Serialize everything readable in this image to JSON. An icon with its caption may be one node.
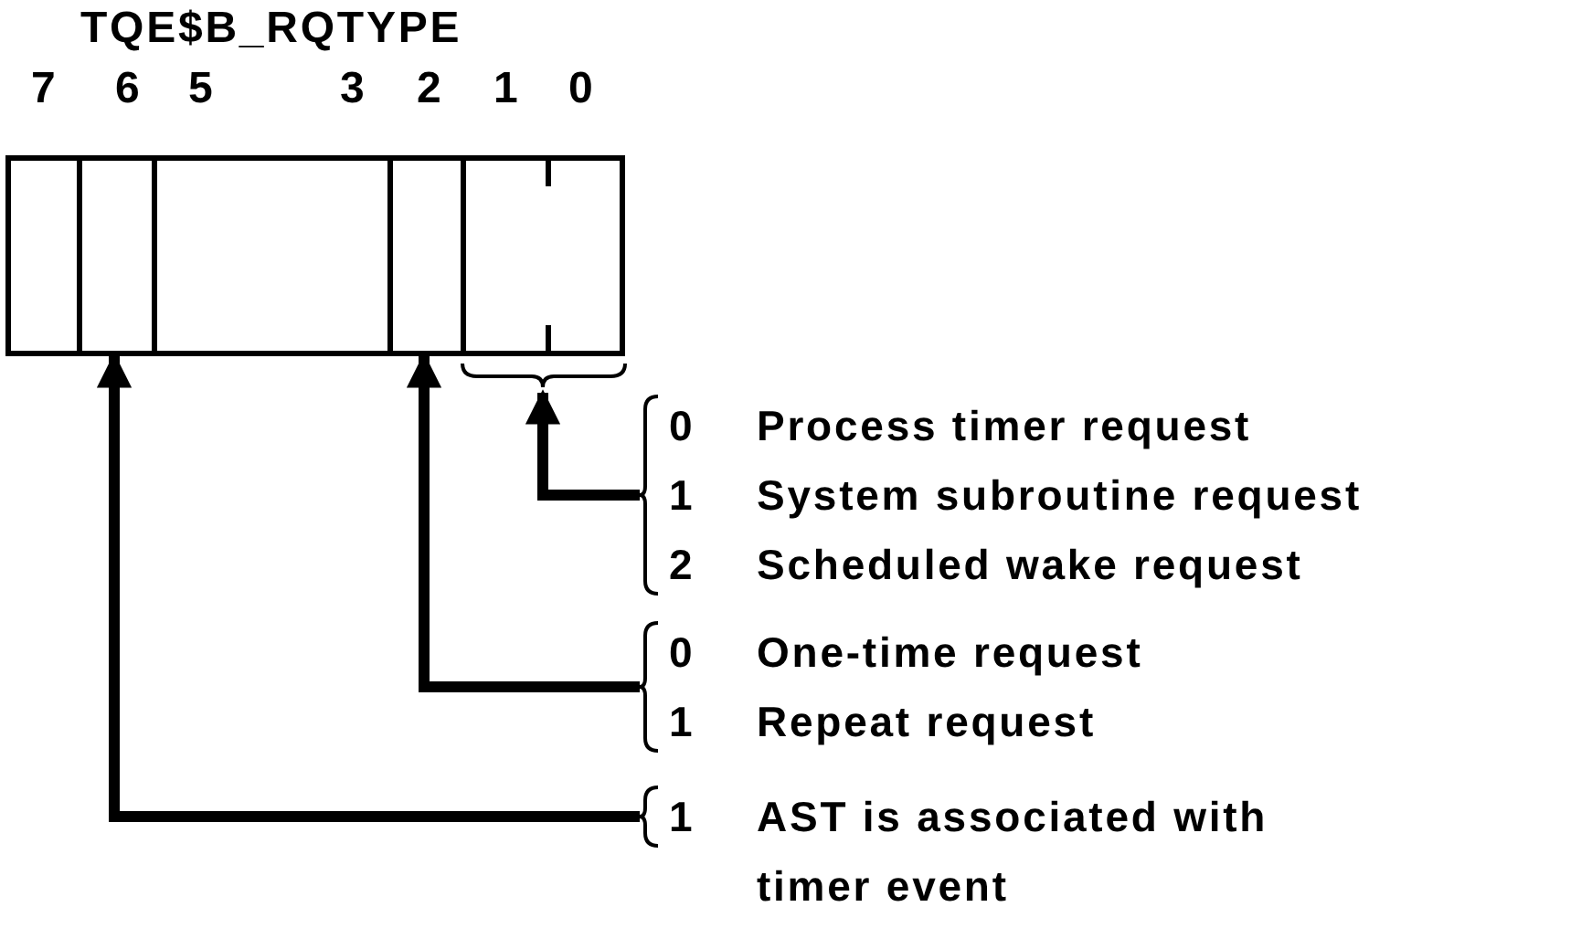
{
  "diagram": {
    "title": "TQE$B_RQTYPE",
    "nodes": [
      {
        "text": [],
        "shape": "box"
      },
      {
        "text": [],
        "shape": "box",
        "in": 0
      },
      {
        "text": [],
        "shape": "box",
        "in": 0
      },
      {
        "text": [],
        "shape": "box",
        "in": 0
      },
      {
        "text": [],
        "shape": "box",
        "in": 0
      },
      {
        "text": [],
        "shape": "box",
        "in": 0
      },
      {
        "text": [
          "0",
          "Process timer request",
          "1",
          "System subroutine request",
          "2",
          "Scheduled wake request"
        ]
      },
      {
        "text": [
          "0",
          "One-time request",
          "1",
          "Repeat request"
        ]
      },
      {
        "text": [
          "1",
          "AST is associated with timer event"
        ]
      }
    ],
    "edges": [
      {
        "from": 6,
        "to": 5,
        "arrow": "to"
      },
      {
        "from": 7,
        "to": 4,
        "arrow": "to"
      },
      {
        "from": 8,
        "to": 2,
        "arrow": "to"
      }
    ],
    "labels": [
      "7",
      "6",
      "5",
      "3",
      "2",
      "1",
      "0"
    ]
  }
}
